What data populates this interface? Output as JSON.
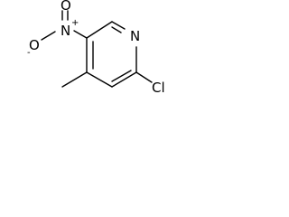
{
  "molecule": {
    "atoms": {
      "nitrogen_ring": "N",
      "nitro_nitrogen": "N",
      "nitro_oxygen_top": "O",
      "nitro_oxygen_left": "O",
      "chlorine": "Cl"
    },
    "charges": {
      "nitro_nitrogen": "+",
      "nitro_oxygen_left": "-"
    }
  }
}
